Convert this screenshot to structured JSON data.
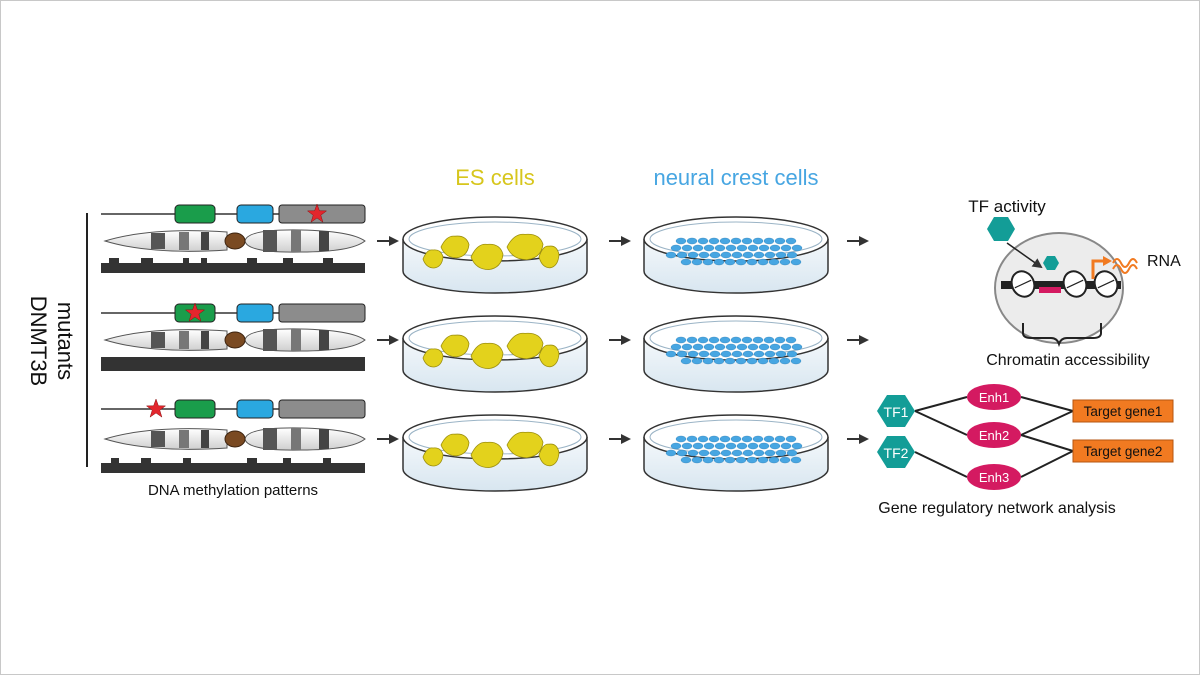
{
  "figure": {
    "side_label_line1": "DNMT3B",
    "side_label_line2": "mutants",
    "methylation_caption": "DNA methylation patterns",
    "es_cells_title": "ES cells",
    "ncc_title": "neural crest cells",
    "tf_activity_label": "TF activity",
    "rna_label": "RNA",
    "chromatin_caption": "Chromatin accessibility",
    "grn_caption": "Gene regulatory network analysis",
    "tf_nodes": [
      "TF1",
      "TF2"
    ],
    "enhancer_nodes": [
      "Enh1",
      "Enh2",
      "Enh3"
    ],
    "target_nodes": [
      "Target gene1",
      "Target gene2"
    ]
  },
  "colors": {
    "es_yellow": "#e3d21c",
    "ncc_blue": "#47a6e2",
    "teal": "#139d97",
    "magenta": "#d41a61",
    "orange": "#f17a21",
    "green_domain": "#1a9d4b",
    "blue_domain": "#2aa8e0",
    "grey_domain": "#8c8c8c",
    "star_red": "#e3262d"
  },
  "icons": {
    "mutation": "red-star-icon",
    "arrow": "right-arrow-icon",
    "tf": "hexagon-icon",
    "nucleosome": "nucleosome-icon"
  }
}
